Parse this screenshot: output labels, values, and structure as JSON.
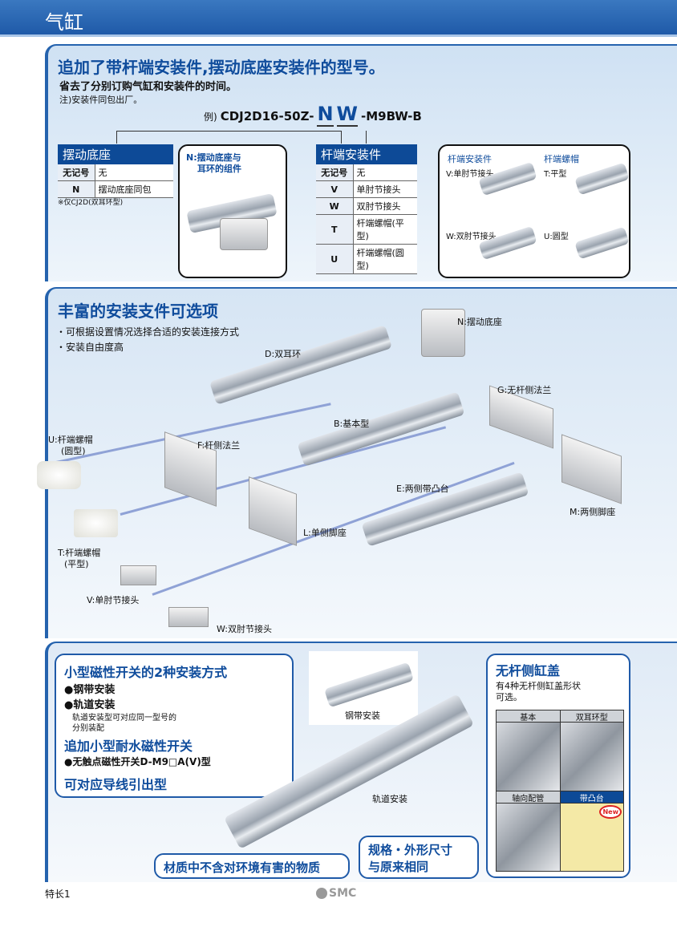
{
  "header": {
    "title": "气缸"
  },
  "s1": {
    "title": "追加了带杆端安装件,摆动底座安装件的型号。",
    "subtitle": "省去了分别订购气缸和安装件的时间。",
    "note": "注)安装件同包出厂。",
    "example_prefix": "例)",
    "model_a": "CDJ2D16-50Z-",
    "model_n": "N",
    "model_w": "W",
    "model_b": "-M9BW-B",
    "pivot_table": {
      "header": "摆动底座",
      "rows": [
        {
          "k": "无记号",
          "v": "无"
        },
        {
          "k": "N",
          "v": "摆动底座同包"
        }
      ],
      "note": "※仅CJ2D(双耳环型)"
    },
    "n_card": {
      "line1": "N:摆动底座与",
      "line2": "耳环的组件"
    },
    "rod_table": {
      "header": "杆端安装件",
      "rows": [
        {
          "k": "无记号",
          "v": "无"
        },
        {
          "k": "V",
          "v": "单肘节接头"
        },
        {
          "k": "W",
          "v": "双肘节接头"
        },
        {
          "k": "T",
          "v": "杆端螺帽(平型)"
        },
        {
          "k": "U",
          "v": "杆端螺帽(圆型)"
        }
      ]
    },
    "rod_card": {
      "h1": "杆端安装件",
      "h2": "杆端螺帽",
      "v": "V:单肘节接头",
      "t": "T:平型",
      "w": "W:双肘节接头",
      "u": "U:圆型"
    }
  },
  "s2": {
    "title": "丰富的安装支件可选项",
    "bullets": [
      "・可根据设置情况选择合适的安装连接方式",
      "・安装自由度高"
    ],
    "labels": {
      "n": "N:摆动底座",
      "d": "D:双耳环",
      "b": "B:基本型",
      "g": "G:无杆侧法兰",
      "u1": "U:杆端螺帽",
      "u2": "(圆型)",
      "f": "F:杆侧法兰",
      "e": "E:两侧带凸台",
      "m": "M:两侧脚座",
      "l": "L:单侧脚座",
      "t1": "T:杆端螺帽",
      "t2": "(平型)",
      "v": "V:单肘节接头",
      "w": "W:双肘节接头"
    }
  },
  "s3": {
    "box1": {
      "title": "小型磁性开关的2种安装方式",
      "b1": "●钢带安装",
      "b2": "●轨道安装",
      "b2_desc1": "轨道安装型可对应同一型号的",
      "b2_desc2": "分别装配",
      "title2": "追加小型耐水磁性开关",
      "b3": "●无触点磁性开关D-M9□A(V)型",
      "title3": "可对应导线引出型"
    },
    "band_label": "钢带安装",
    "rail_label": "轨道安装",
    "material": "材质中不含对环境有害的物质",
    "same1": "规格・外形尺寸",
    "same2": "与原来相同",
    "cover": {
      "title": "无杆侧缸盖",
      "desc1": "有4种无杆侧缸盖形状",
      "desc2": "可选。",
      "types": [
        "基本",
        "双耳环型",
        "轴向配管",
        "带凸台"
      ],
      "new_badge": "New"
    }
  },
  "footer": {
    "page": "特长1",
    "logo": "SMC"
  }
}
